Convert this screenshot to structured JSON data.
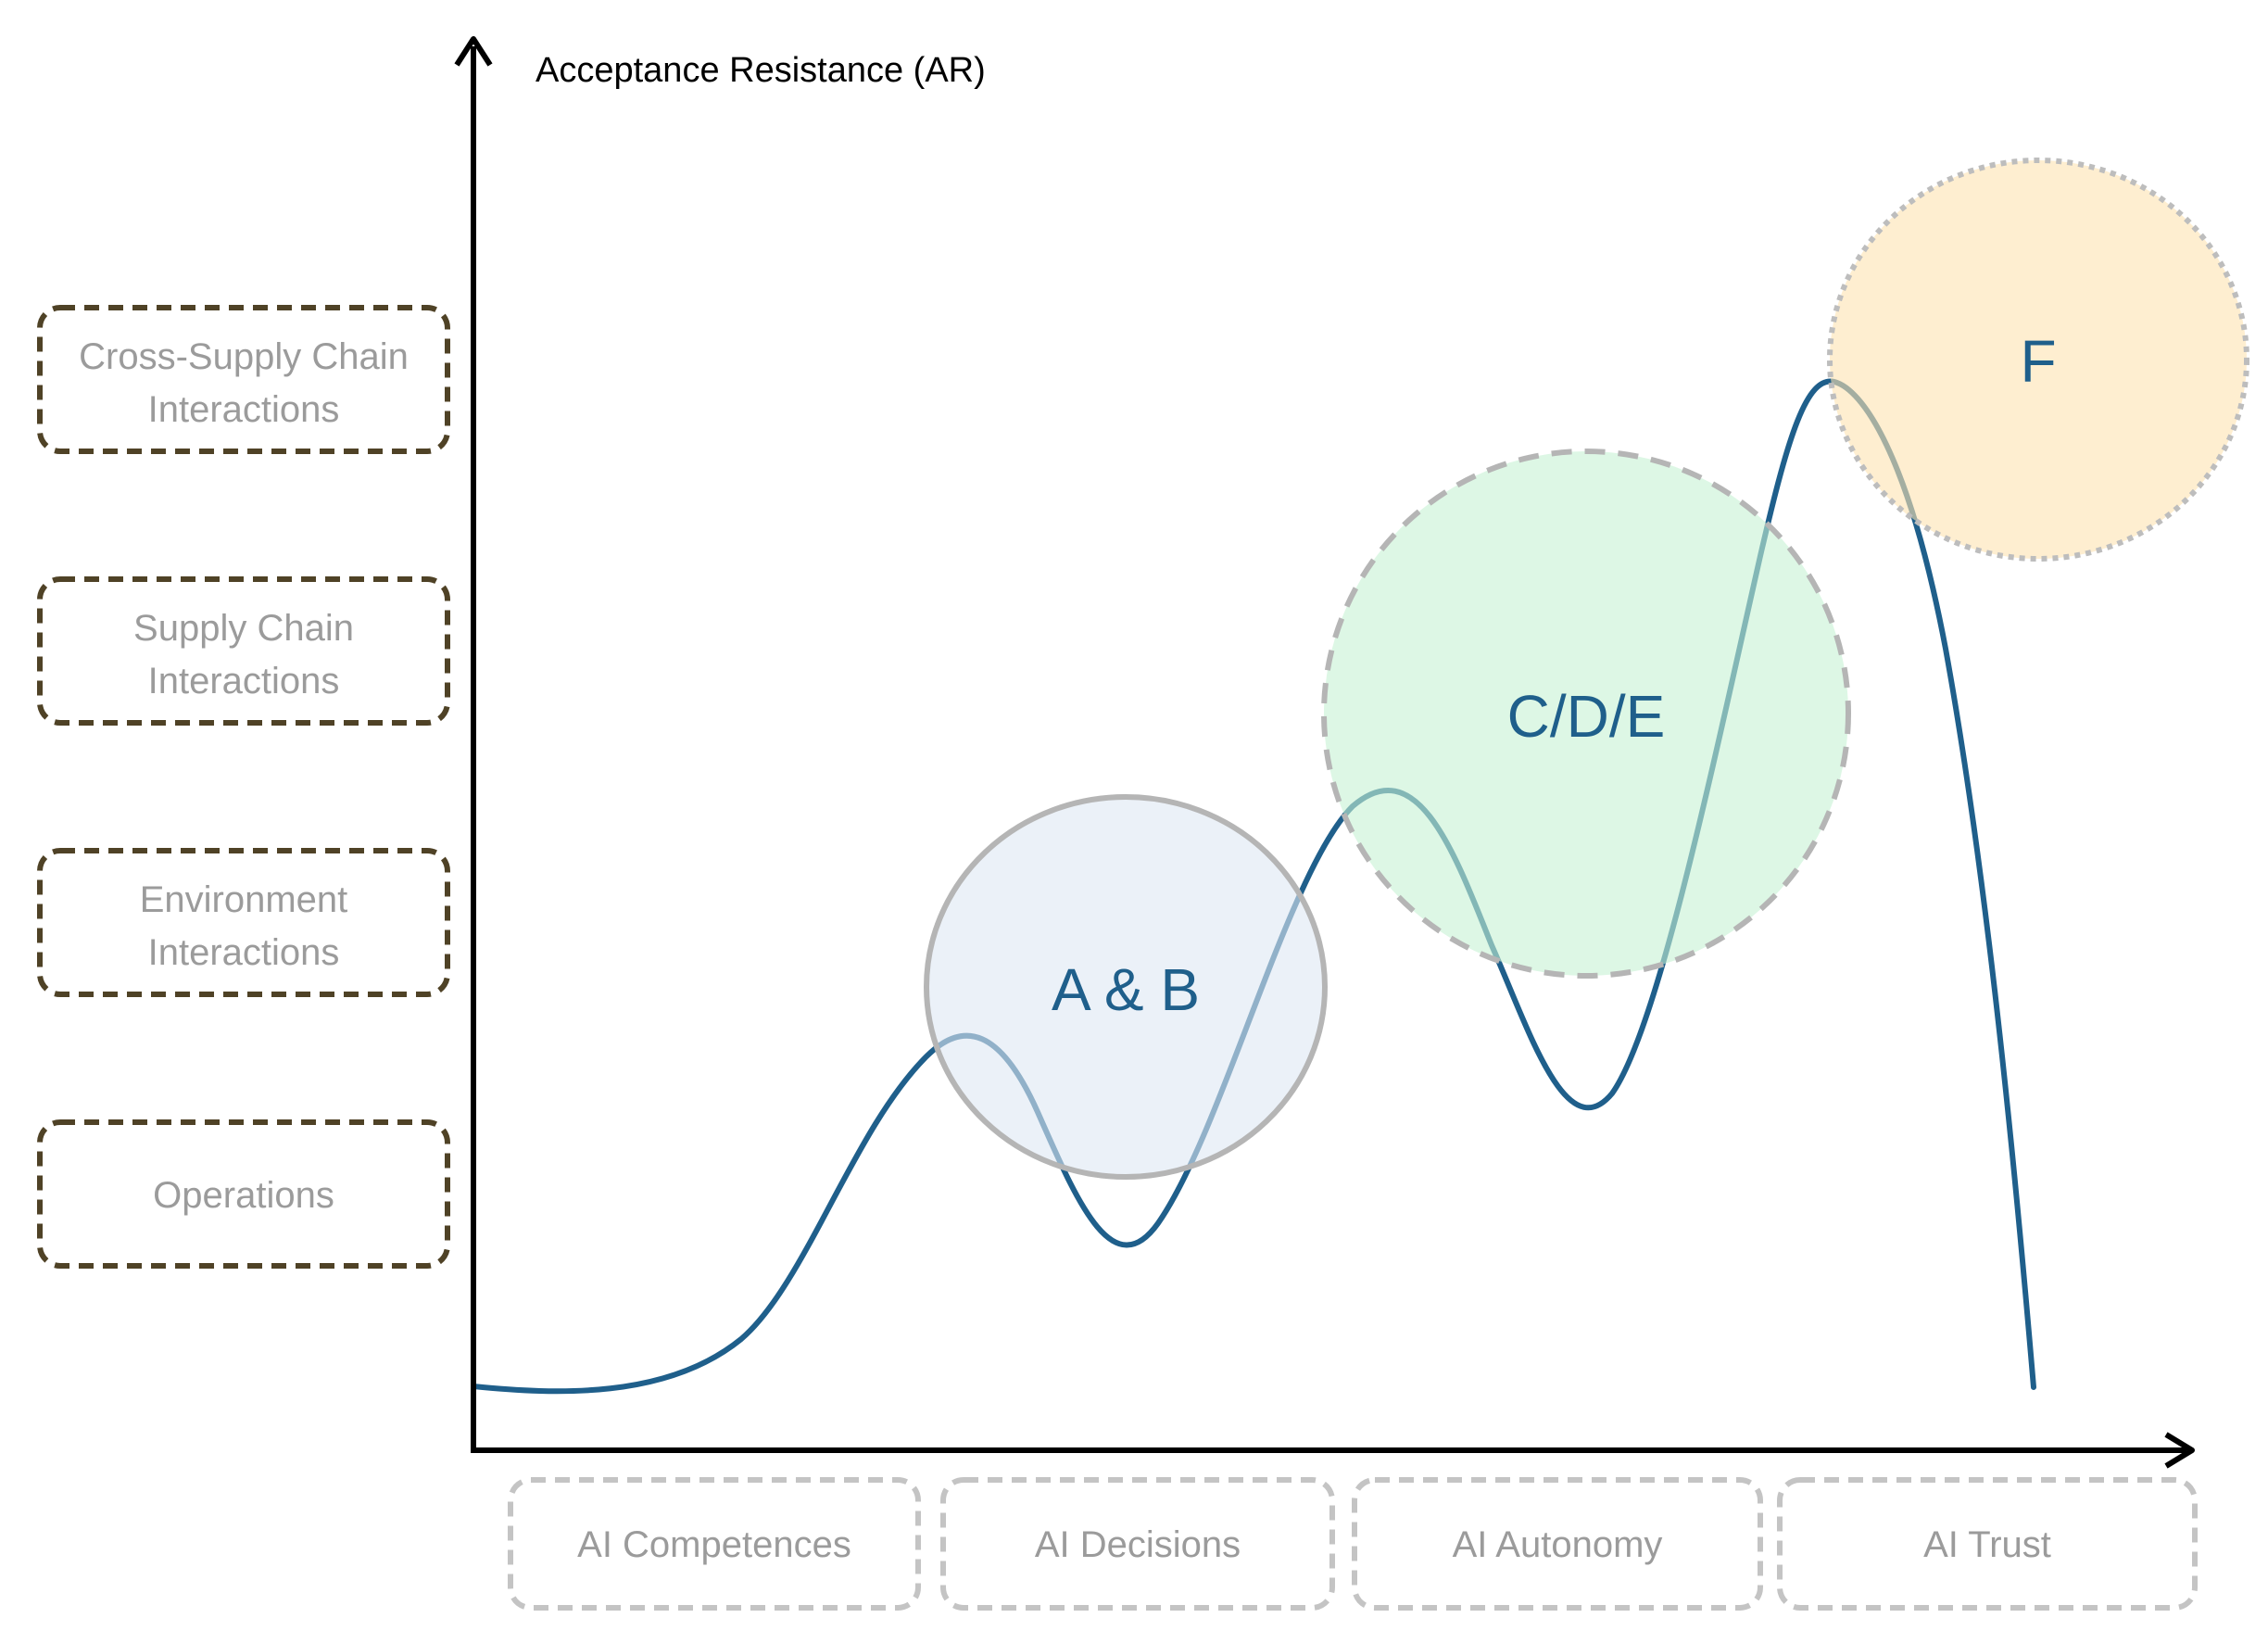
{
  "y_axis": {
    "label": "Acceptance Resistance (AR)"
  },
  "y_levels": [
    {
      "line1": "Cross-Supply Chain",
      "line2": "Interactions"
    },
    {
      "line1": "Supply Chain",
      "line2": "Interactions"
    },
    {
      "line1": "Environment",
      "line2": "Interactions"
    },
    {
      "line1": "Operations",
      "line2": ""
    }
  ],
  "x_stages": [
    {
      "label": "AI Competences"
    },
    {
      "label": "AI Decisions"
    },
    {
      "label": "AI Autonomy"
    },
    {
      "label": "AI Trust"
    }
  ],
  "clusters": [
    {
      "label": "A & B",
      "fill": "#dde8f3",
      "stroke": "#b5b5b5"
    },
    {
      "label": "C/D/E",
      "fill": "#c7f2d4",
      "stroke": "#b5b5b5"
    },
    {
      "label": "F",
      "fill": "#fde3b0",
      "stroke": "#bdbdbd"
    }
  ],
  "colors": {
    "curve": "#1f5f8b",
    "axis": "#000000",
    "level_box_border": "#4f4226",
    "stage_box_border": "#c4c4c4",
    "box_text": "#9b9b9b",
    "cluster_text": "#1f5f8b"
  }
}
